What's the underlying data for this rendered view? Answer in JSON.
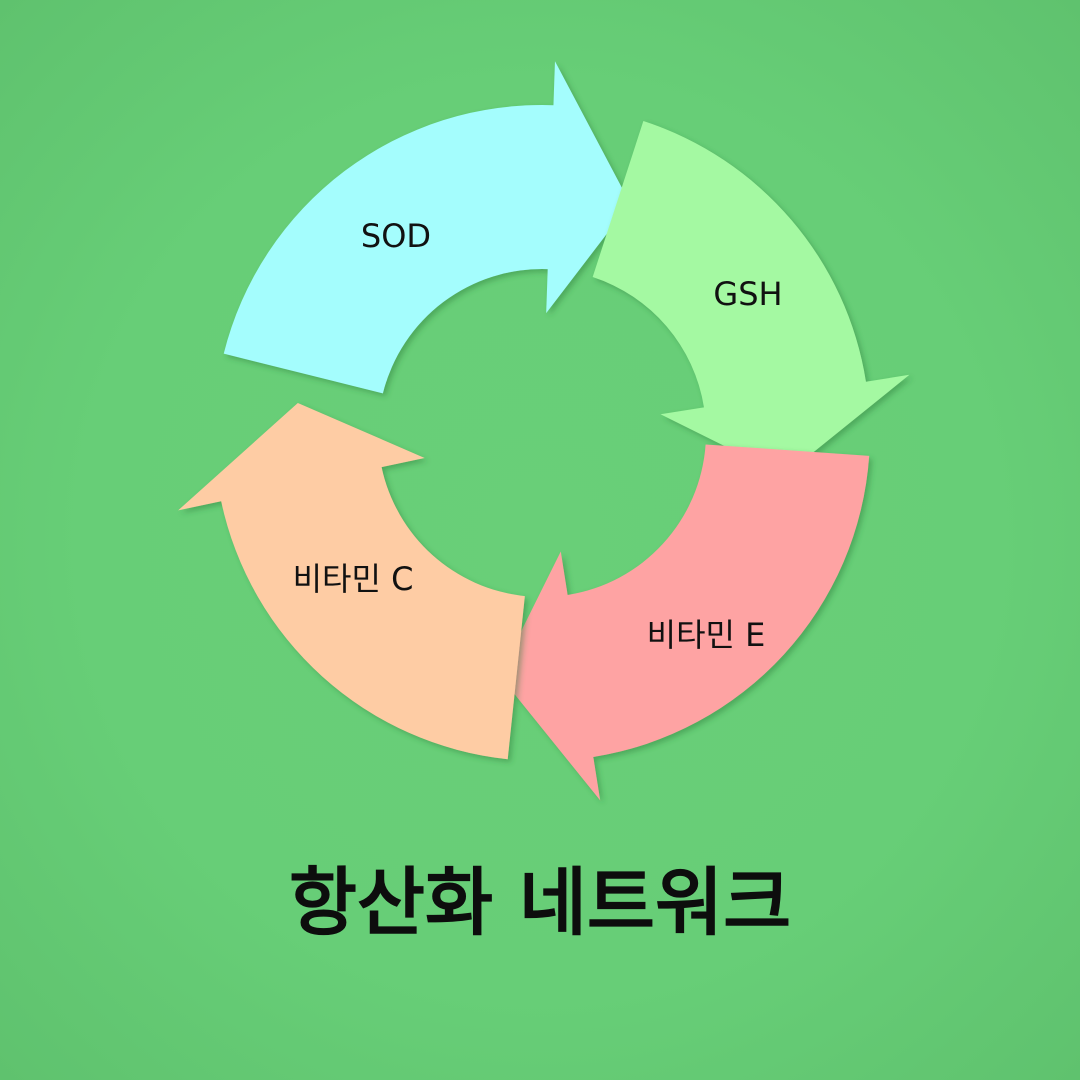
{
  "title": "항산화 네트워크",
  "cycle": [
    {
      "label": "SOD",
      "color": "#a4fdfd"
    },
    {
      "label": "GSH",
      "color": "#a4f9a2"
    },
    {
      "label": "비타민 E",
      "color": "#fea3a3"
    },
    {
      "label": "비타민 C",
      "color": "#fecca4"
    }
  ],
  "colors": {
    "background": "#68ce77",
    "title": "#0d0d0d",
    "label": "#111111"
  }
}
